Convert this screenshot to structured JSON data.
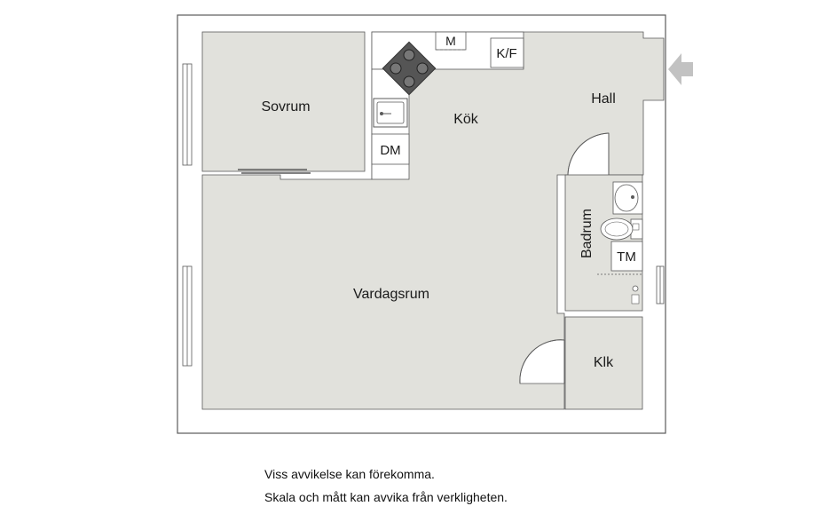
{
  "rooms": {
    "sovrum": "Sovrum",
    "kok": "Kök",
    "hall": "Hall",
    "vardagsrum": "Vardagsrum",
    "badrum": "Badrum",
    "klk": "Klk"
  },
  "appliances": {
    "microwave": "M",
    "fridge_freezer": "K/F",
    "dishwasher": "DM",
    "washing_machine": "TM"
  },
  "icons": {
    "entrance": "entrance-arrow-icon"
  },
  "colors": {
    "floor": "#e1e1dc",
    "wall": "#ffffff",
    "outline": "#5a5a5a",
    "arrow": "#c2c2c2"
  },
  "footer": {
    "line1": "Viss avvikelse kan förekomma.",
    "line2": "Skala och mått kan avvika från verkligheten."
  }
}
